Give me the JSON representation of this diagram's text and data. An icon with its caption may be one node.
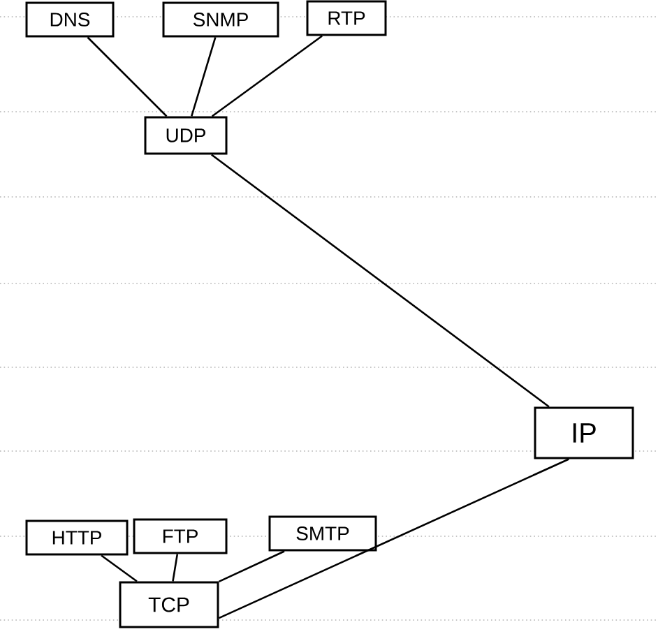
{
  "diagram": {
    "nodes": [
      {
        "text": [
          "DNS"
        ]
      },
      {
        "text": [
          "SNMP"
        ]
      },
      {
        "text": [
          "RTP"
        ]
      },
      {
        "text": [
          "UDP"
        ]
      },
      {
        "text": [
          "IP"
        ]
      },
      {
        "text": [
          "HTTP"
        ]
      },
      {
        "text": [
          "FTP"
        ]
      },
      {
        "text": [
          "SMTP"
        ]
      },
      {
        "text": [
          "TCP"
        ]
      }
    ],
    "edges": [
      {
        "from": 0,
        "to": 3,
        "arrow": "none"
      },
      {
        "from": 1,
        "to": 3,
        "arrow": "none"
      },
      {
        "from": 2,
        "to": 3,
        "arrow": "none"
      },
      {
        "from": 3,
        "to": 4,
        "arrow": "none"
      },
      {
        "from": 5,
        "to": 8,
        "arrow": "none"
      },
      {
        "from": 6,
        "to": 8,
        "arrow": "none"
      },
      {
        "from": 7,
        "to": 8,
        "arrow": "none"
      },
      {
        "from": 8,
        "to": 4,
        "arrow": "none"
      }
    ]
  }
}
